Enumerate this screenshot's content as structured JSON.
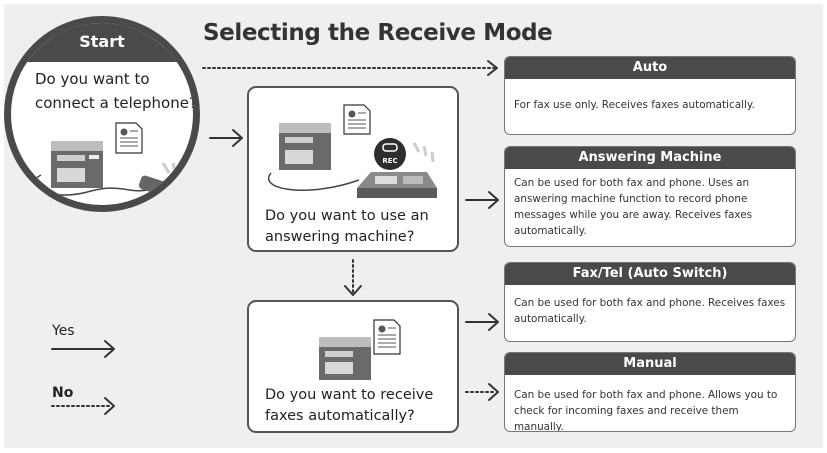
{
  "title": "Selecting the Receive Mode",
  "start": {
    "label": "Start",
    "question": "Do you want to connect a telephone?"
  },
  "questions": [
    {
      "text": "Do you want to use an answering machine?"
    },
    {
      "text": "Do you want to receive faxes automatically?"
    }
  ],
  "modes": [
    {
      "name": "Auto",
      "description": "For fax use only. Receives faxes automatically."
    },
    {
      "name": "Answering Machine",
      "description": "Can be used for both fax and phone. Uses an answering machine function to record phone messages while you are away. Receives faxes automatically."
    },
    {
      "name": "Fax/Tel (Auto Switch)",
      "description": "Can be used for both fax and phone. Receives faxes automatically."
    },
    {
      "name": "Manual",
      "description": "Can be used for both fax and phone. Allows you to check for incoming faxes and receive them manually."
    }
  ],
  "legend": {
    "yes": "Yes",
    "no": "No"
  },
  "badge": "REC",
  "icons": [
    "printer-icon",
    "document-icon",
    "telephone-icon",
    "fax-machine-icon",
    "answering-machine-icon",
    "solid-arrow-icon",
    "dotted-arrow-icon"
  ],
  "colors": {
    "header": "#4a4a4a",
    "panel": "#efefef",
    "border": "#555555"
  }
}
